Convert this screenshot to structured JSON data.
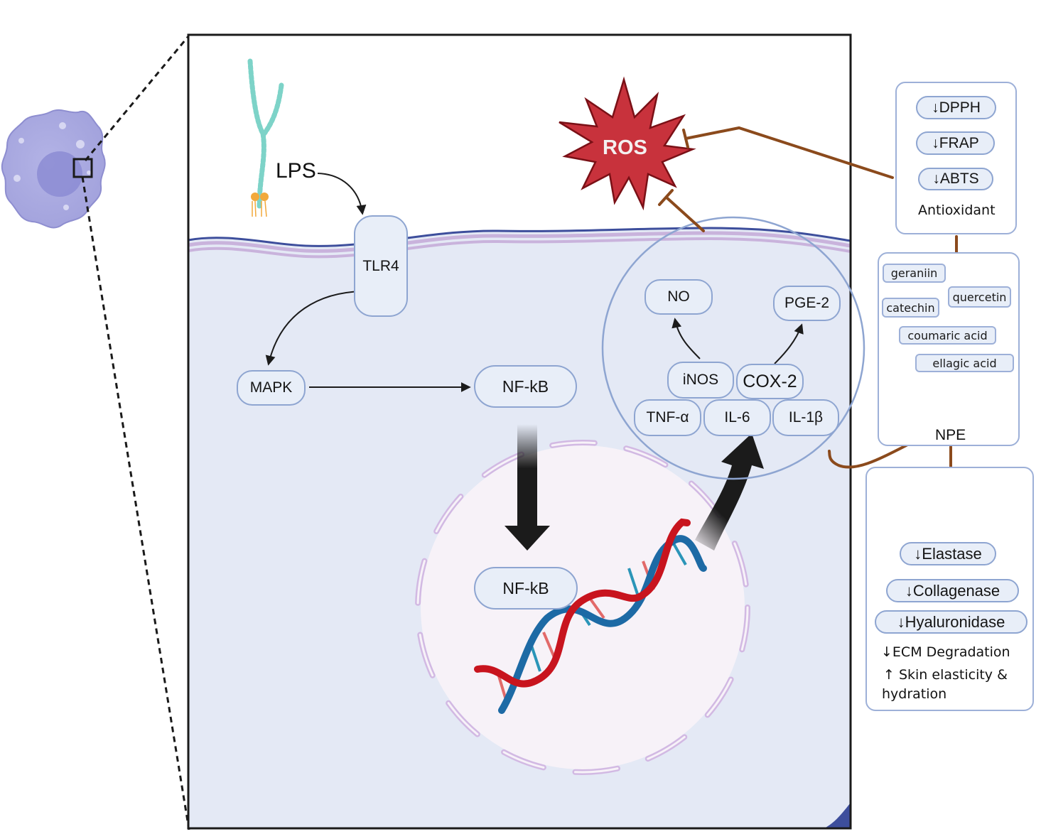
{
  "diagram": {
    "title": "NPE anti-inflammatory, antioxidant and anti-aging mechanism",
    "extracellular": {
      "lps_label": "LPS",
      "ros_label": "ROS"
    },
    "receptor": {
      "label": "TLR4"
    },
    "signaling": {
      "mapk_label": "MAPK",
      "nfkb_cytoplasm_label": "NF-kB",
      "nfkb_nucleus_label": "NF-kB"
    },
    "mediators": {
      "no_label": "NO",
      "pge2_label": "PGE-2",
      "inos_label": "iNOS",
      "cox2_label": "COX-2",
      "tnf_label": "TNF-α",
      "il6_label": "IL-6",
      "il1b_label": "IL-1β"
    },
    "antioxidant_panel": {
      "items": [
        "↓DPPH",
        "↓FRAP",
        "↓ABTS"
      ],
      "caption": "Antioxidant"
    },
    "npe_panel": {
      "compounds": [
        "geraniin",
        "quercetin",
        "catechin",
        "coumaric acid",
        "ellagic acid"
      ],
      "label": "NPE"
    },
    "anti_aging_panel": {
      "items": [
        "↓Elastase",
        "↓Collagenase",
        "↓Hyaluronidase"
      ],
      "effects": [
        "↓ECM Degradation",
        "↑ Skin elasticity &",
        "hydration"
      ]
    },
    "colors": {
      "cytoplasm": "#e4e9f5",
      "nucleus": "#f6f1f8",
      "pill_border": "#8ea5d1",
      "pill_fill": "#e8eef8",
      "inhibition_line": "#8b4a1c",
      "ros_fill": "#c8323c",
      "dna_red": "#c8141e",
      "dna_blue": "#1d6aa5",
      "lps_chain": "#7dd3c8",
      "lps_lipid": "#f2a93b"
    }
  }
}
